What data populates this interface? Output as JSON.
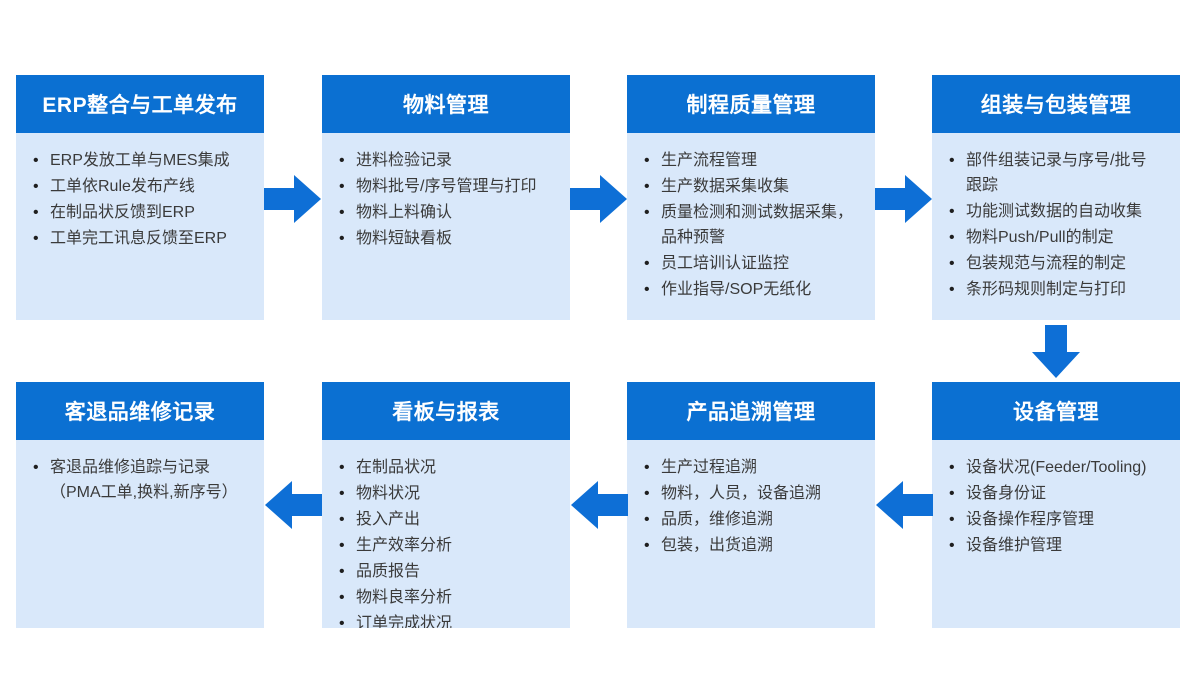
{
  "palette": {
    "header_blue": "#0b70d2",
    "body_blue": "#d9e8fa",
    "arrow_blue": "#0e6fd6",
    "text_dark": "#3a3a3a",
    "header_text": "#ffffff",
    "page_bg": "#ffffff"
  },
  "boxes": [
    {
      "title": "ERP整合与工单发布",
      "items": [
        "ERP发放工单与MES集成",
        "工单依Rule发布产线",
        "在制品状反馈到ERP",
        "工单完工讯息反馈至ERP"
      ]
    },
    {
      "title": "物料管理",
      "items": [
        "进料检验记录",
        "物料批号/序号管理与打印",
        "物料上料确认",
        "物料短缺看板"
      ]
    },
    {
      "title": "制程质量管理",
      "items": [
        "生产流程管理",
        "生产数据采集收集",
        "质量检测和测试数据采集，\n品种预警",
        "员工培训认证监控",
        "作业指导/SOP无纸化"
      ]
    },
    {
      "title": "组装与包装管理",
      "items": [
        "部件组装记录与序号/批号\n跟踪",
        "功能测试数据的自动收集",
        "物料Push/Pull的制定",
        "包装规范与流程的制定",
        "条形码规则制定与打印"
      ]
    },
    {
      "title": "客退品维修记录",
      "items": [
        "客退品维修追踪与记录\n（PMA工单,换料,新序号）"
      ]
    },
    {
      "title": "看板与报表",
      "items": [
        "在制品状况",
        "物料状况",
        "投入产出",
        "生产效率分析",
        "品质报告",
        "物料良率分析",
        "订单完成状况"
      ]
    },
    {
      "title": "产品追溯管理",
      "items": [
        "生产过程追溯",
        "物料，人员，设备追溯",
        "品质，维修追溯",
        "包装，出货追溯"
      ]
    },
    {
      "title": "设备管理",
      "items": [
        "设备状况(Feeder/Tooling)",
        "设备身份证",
        "设备操作程序管理",
        "设备维护管理"
      ]
    }
  ]
}
